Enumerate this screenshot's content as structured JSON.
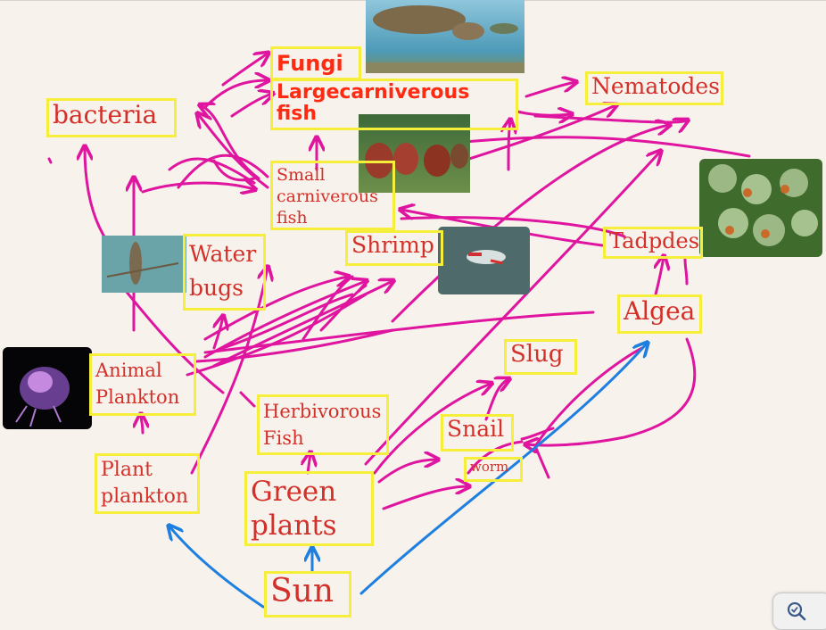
{
  "nodes": {
    "fungi": "Fungi",
    "large_carnivorous_fish": "Largecarniverous fish",
    "nematodes": "Nematodes",
    "bacteria": "bacteria",
    "small_carnivorous_fish": "Small carniverous fish",
    "water_bugs": "Water bugs",
    "shrimp": "Shrimp",
    "tadpoles": "Tadpdes",
    "algea": "Algea",
    "animal_plankton": "Animal Plankton",
    "slug": "Slug",
    "herbivorous_fish": "Herbivorous Fish",
    "snail": "Snail",
    "worm": "worm",
    "plant_plankton": "Plant plankton",
    "green_plants": "Green plants",
    "sun": "Sun"
  },
  "photos": {
    "large_fish_photo": "large-fish-image",
    "piranha_photo": "piranha-group-image",
    "frog_eggs_photo": "frog-eggs-image",
    "water_bug_photo": "water-bug-image",
    "shrimp_photo": "shrimp-image",
    "plankton_photo": "animal-plankton-image"
  },
  "colors": {
    "background": "#f7f3ec",
    "label_text": "#d3302a",
    "highlight": "#f5ee3a",
    "arrow_magenta": "#e0159f",
    "arrow_blue": "#1f7fe0"
  },
  "ui": {
    "zoom_icon": "zoom-icon"
  }
}
